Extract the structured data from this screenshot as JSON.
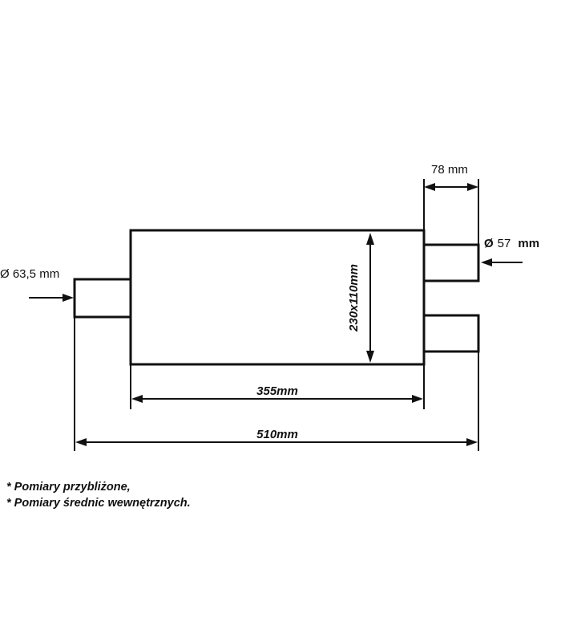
{
  "diagram": {
    "labels": {
      "outlet_length": "78 mm",
      "outlet_diameter_symbol": "Ø",
      "outlet_diameter_value": "57",
      "outlet_diameter_unit": "mm",
      "inlet_diameter": "Ø 63,5 mm",
      "body_section": "230x110mm",
      "body_length": "355mm",
      "total_length": "510mm"
    },
    "notes": [
      "* Pomiary przybliżone,",
      "* Pomiary średnic wewnętrznych."
    ],
    "colors": {
      "line": "#111111",
      "background": "#ffffff"
    }
  }
}
